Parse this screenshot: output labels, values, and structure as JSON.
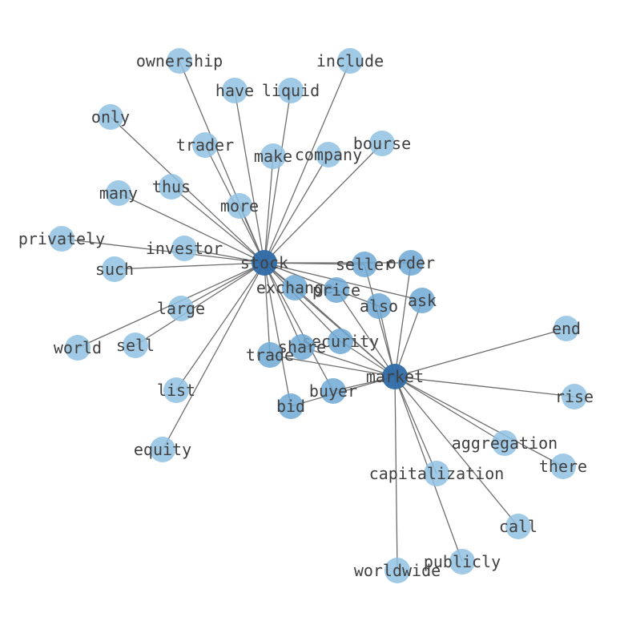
{
  "colors": {
    "hub": "#2f6ca6",
    "mid": "#6fa8d4",
    "leaf": "#8fc1e2",
    "edge": "#6e6e6e",
    "label": "#404040"
  },
  "graph": {
    "nodes": [
      {
        "id": "stock",
        "label": "stock",
        "tier": "hub"
      },
      {
        "id": "market",
        "label": "market",
        "tier": "hub"
      },
      {
        "id": "ownership",
        "label": "ownership",
        "tier": "leaf"
      },
      {
        "id": "include",
        "label": "include",
        "tier": "leaf"
      },
      {
        "id": "have",
        "label": "have",
        "tier": "leaf"
      },
      {
        "id": "liquid",
        "label": "liquid",
        "tier": "leaf"
      },
      {
        "id": "only",
        "label": "only",
        "tier": "leaf"
      },
      {
        "id": "trader",
        "label": "trader",
        "tier": "leaf"
      },
      {
        "id": "make",
        "label": "make",
        "tier": "leaf"
      },
      {
        "id": "company",
        "label": "company",
        "tier": "leaf"
      },
      {
        "id": "bourse",
        "label": "bourse",
        "tier": "leaf"
      },
      {
        "id": "thus",
        "label": "thus",
        "tier": "leaf"
      },
      {
        "id": "many",
        "label": "many",
        "tier": "leaf"
      },
      {
        "id": "more",
        "label": "more",
        "tier": "leaf"
      },
      {
        "id": "privately",
        "label": "privately",
        "tier": "leaf"
      },
      {
        "id": "investor",
        "label": "investor",
        "tier": "leaf"
      },
      {
        "id": "such",
        "label": "such",
        "tier": "leaf"
      },
      {
        "id": "seller",
        "label": "seller",
        "tier": "mid"
      },
      {
        "id": "order",
        "label": "order",
        "tier": "mid"
      },
      {
        "id": "exchange",
        "label": "exchange",
        "tier": "mid"
      },
      {
        "id": "price",
        "label": "price",
        "tier": "mid"
      },
      {
        "id": "also",
        "label": "also",
        "tier": "mid"
      },
      {
        "id": "ask",
        "label": "ask",
        "tier": "mid"
      },
      {
        "id": "large",
        "label": "large",
        "tier": "leaf"
      },
      {
        "id": "world",
        "label": "world",
        "tier": "leaf"
      },
      {
        "id": "sell",
        "label": "sell",
        "tier": "leaf"
      },
      {
        "id": "security",
        "label": "security",
        "tier": "mid"
      },
      {
        "id": "share",
        "label": "share",
        "tier": "mid"
      },
      {
        "id": "trade",
        "label": "trade",
        "tier": "mid"
      },
      {
        "id": "end",
        "label": "end",
        "tier": "leaf"
      },
      {
        "id": "buyer",
        "label": "buyer",
        "tier": "mid"
      },
      {
        "id": "list",
        "label": "list",
        "tier": "leaf"
      },
      {
        "id": "bid",
        "label": "bid",
        "tier": "mid"
      },
      {
        "id": "rise",
        "label": "rise",
        "tier": "leaf"
      },
      {
        "id": "aggregation",
        "label": "aggregation",
        "tier": "leaf"
      },
      {
        "id": "equity",
        "label": "equity",
        "tier": "leaf"
      },
      {
        "id": "there",
        "label": "there",
        "tier": "leaf"
      },
      {
        "id": "capitalization",
        "label": "capitalization",
        "tier": "leaf"
      },
      {
        "id": "call",
        "label": "call",
        "tier": "leaf"
      },
      {
        "id": "publicly",
        "label": "publicly",
        "tier": "leaf"
      },
      {
        "id": "worldwide",
        "label": "worldwide",
        "tier": "leaf"
      }
    ],
    "edges": [
      [
        "stock",
        "ownership"
      ],
      [
        "stock",
        "include"
      ],
      [
        "stock",
        "have"
      ],
      [
        "stock",
        "liquid"
      ],
      [
        "stock",
        "only"
      ],
      [
        "stock",
        "trader"
      ],
      [
        "stock",
        "make"
      ],
      [
        "stock",
        "company"
      ],
      [
        "stock",
        "bourse"
      ],
      [
        "stock",
        "thus"
      ],
      [
        "stock",
        "many"
      ],
      [
        "stock",
        "more"
      ],
      [
        "stock",
        "privately"
      ],
      [
        "stock",
        "investor"
      ],
      [
        "stock",
        "such"
      ],
      [
        "stock",
        "seller"
      ],
      [
        "stock",
        "order"
      ],
      [
        "stock",
        "exchange"
      ],
      [
        "stock",
        "price"
      ],
      [
        "stock",
        "also"
      ],
      [
        "stock",
        "ask"
      ],
      [
        "stock",
        "large"
      ],
      [
        "stock",
        "world"
      ],
      [
        "stock",
        "sell"
      ],
      [
        "stock",
        "security"
      ],
      [
        "stock",
        "share"
      ],
      [
        "stock",
        "trade"
      ],
      [
        "stock",
        "buyer"
      ],
      [
        "stock",
        "list"
      ],
      [
        "stock",
        "bid"
      ],
      [
        "stock",
        "equity"
      ],
      [
        "stock",
        "market"
      ],
      [
        "market",
        "seller"
      ],
      [
        "market",
        "order"
      ],
      [
        "market",
        "exchange"
      ],
      [
        "market",
        "price"
      ],
      [
        "market",
        "also"
      ],
      [
        "market",
        "ask"
      ],
      [
        "market",
        "security"
      ],
      [
        "market",
        "share"
      ],
      [
        "market",
        "trade"
      ],
      [
        "market",
        "buyer"
      ],
      [
        "market",
        "bid"
      ],
      [
        "market",
        "end"
      ],
      [
        "market",
        "rise"
      ],
      [
        "market",
        "aggregation"
      ],
      [
        "market",
        "there"
      ],
      [
        "market",
        "capitalization"
      ],
      [
        "market",
        "call"
      ],
      [
        "market",
        "publicly"
      ],
      [
        "market",
        "worldwide"
      ]
    ]
  }
}
